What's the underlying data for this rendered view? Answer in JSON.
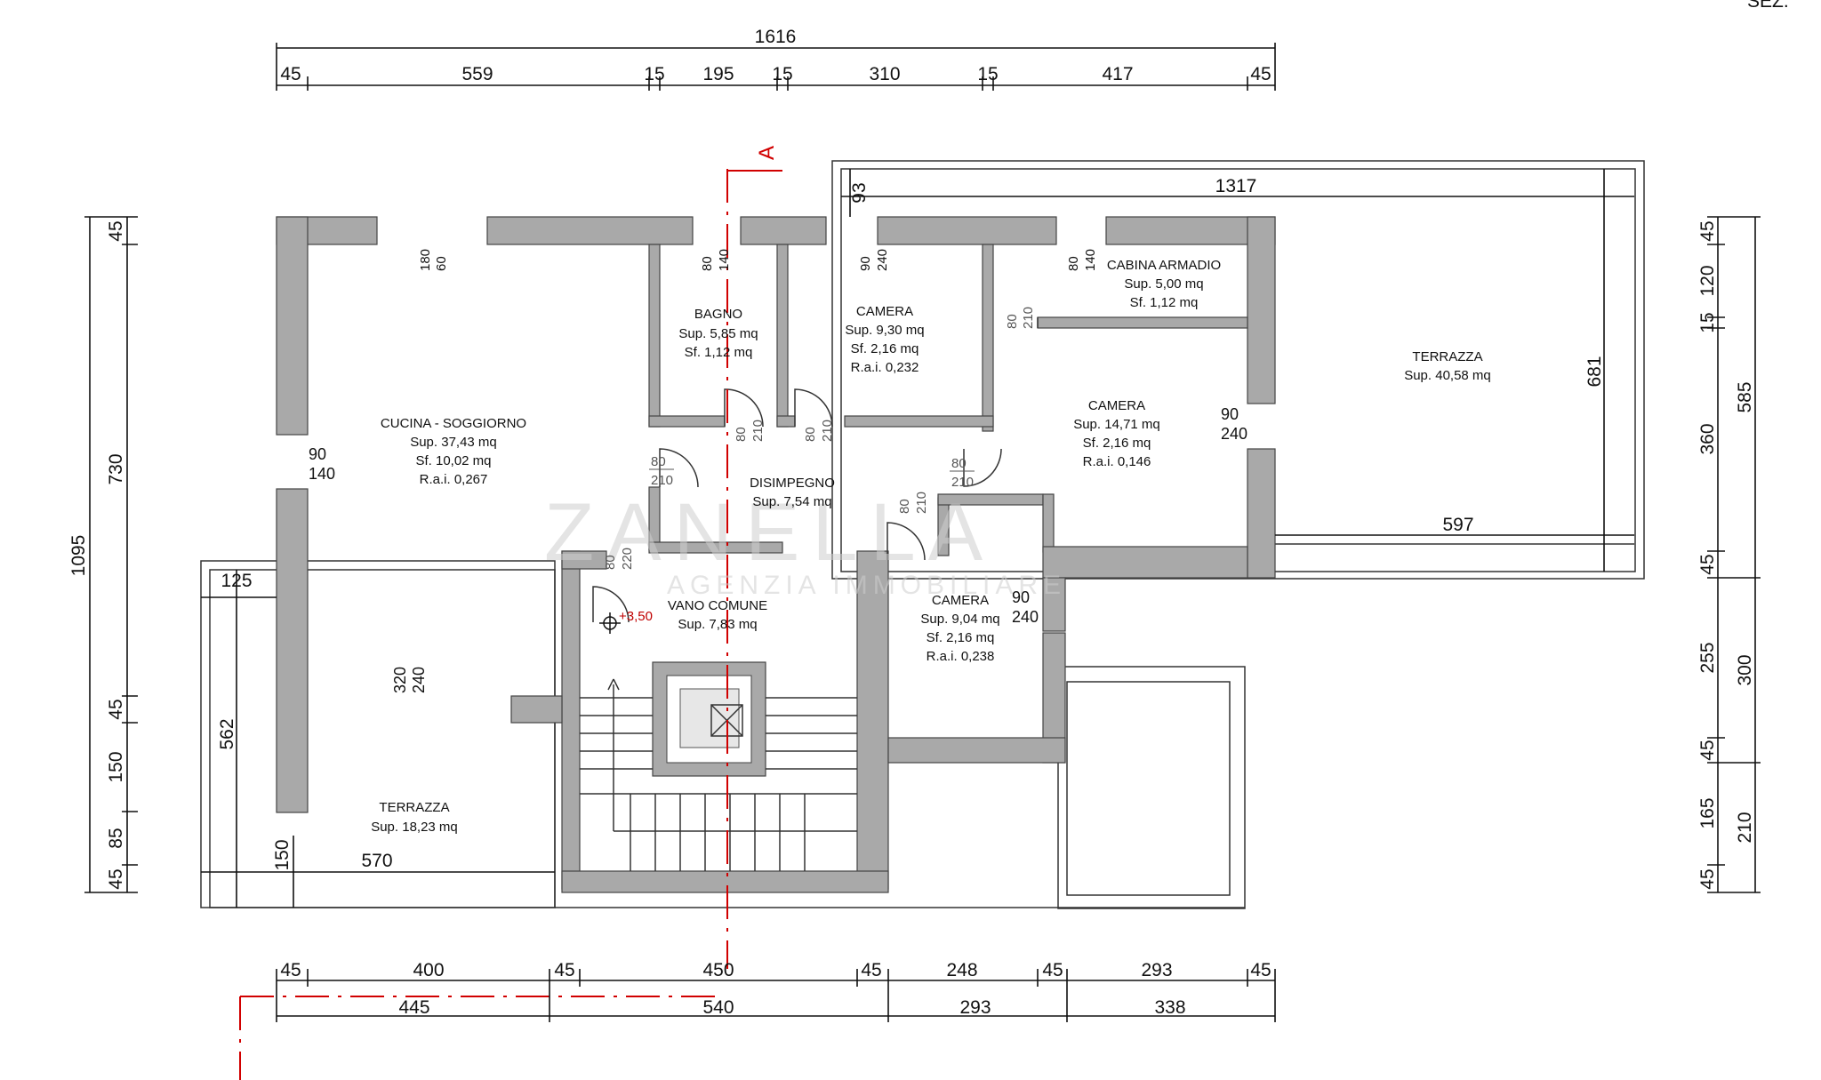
{
  "corner_label": "SEZ.",
  "section_marker": "A",
  "elevation": "+3,50",
  "watermark": {
    "name": "ZANELLA",
    "sub": "AGENZIA IMMOBILIARE"
  },
  "rooms": {
    "cucina": {
      "name": "CUCINA - SOGGIORNO",
      "sup": "Sup. 37,43 mq",
      "sf": "Sf. 10,02 mq",
      "rai": "R.a.i. 0,267"
    },
    "bagno": {
      "name": "BAGNO",
      "sup": "Sup. 5,85 mq",
      "sf": "Sf. 1,12 mq"
    },
    "camera1": {
      "name": "CAMERA",
      "sup": "Sup. 9,30 mq",
      "sf": "Sf. 2,16 mq",
      "rai": "R.a.i. 0,232"
    },
    "cabina": {
      "name": "CABINA ARMADIO",
      "sup": "Sup. 5,00 mq",
      "sf": "Sf. 1,12 mq"
    },
    "camera2": {
      "name": "CAMERA",
      "sup": "Sup. 14,71 mq",
      "sf": "Sf. 2,16 mq",
      "rai": "R.a.i. 0,146"
    },
    "terrazza1": {
      "name": "TERRAZZA",
      "sup": "Sup. 40,58 mq"
    },
    "disimpegno": {
      "name": "DISIMPEGNO",
      "sup": "Sup. 7,54 mq"
    },
    "vano": {
      "name": "VANO COMUNE",
      "sup": "Sup. 7,83 mq"
    },
    "camera3": {
      "name": "CAMERA",
      "sup": "Sup. 9,04 mq",
      "sf": "Sf. 2,16 mq",
      "rai": "R.a.i. 0,238"
    },
    "terrazza2": {
      "name": "TERRAZZA",
      "sup": "Sup. 18,23 mq"
    }
  },
  "dims": {
    "top_total": "1616",
    "top_row": [
      "45",
      "559",
      "15",
      "195",
      "15",
      "310",
      "15",
      "417",
      "45"
    ],
    "terrace_w": "1317",
    "terrace_off": "93",
    "terrace_h": "681",
    "terrace_inner": "597",
    "left_total": "1095",
    "left_row": [
      "45",
      "730",
      "45",
      "150",
      "85",
      "45"
    ],
    "left_terrace_h": "562",
    "left_terrace_w": "125",
    "terrace2_w": "570",
    "terrace2_off": "150",
    "right_row": [
      "45",
      "120",
      "15",
      "360",
      "45",
      "255",
      "45",
      "165",
      "45"
    ],
    "right_row2": [
      "585",
      "300",
      "210"
    ],
    "bottom_row1": [
      "45",
      "400",
      "45",
      "450",
      "45",
      "248",
      "45",
      "293",
      "45"
    ],
    "bottom_row2": [
      "445",
      "540",
      "293",
      "338"
    ]
  },
  "openings": {
    "w_cucina_top": [
      "180",
      "60"
    ],
    "w_bagno_top": [
      "80",
      "140"
    ],
    "w_camera1_top": [
      "90",
      "240"
    ],
    "w_cabina_top": [
      "80",
      "140"
    ],
    "w_cucina_left": [
      "90",
      "140"
    ],
    "w_camera2_right": [
      "90",
      "240"
    ],
    "w_camera3_right": [
      "90",
      "240"
    ],
    "w_cucina_bottom": [
      "320",
      "240"
    ],
    "d_cabina": [
      "80",
      "210"
    ],
    "d_bagno": [
      "80",
      "210"
    ],
    "d_camera1": [
      "80",
      "210"
    ],
    "d_disimpegno": [
      "80",
      "210"
    ],
    "d_camera2": [
      "80",
      "210"
    ],
    "d_camera3": [
      "80",
      "210"
    ],
    "d_vano": [
      "80",
      "220"
    ]
  }
}
